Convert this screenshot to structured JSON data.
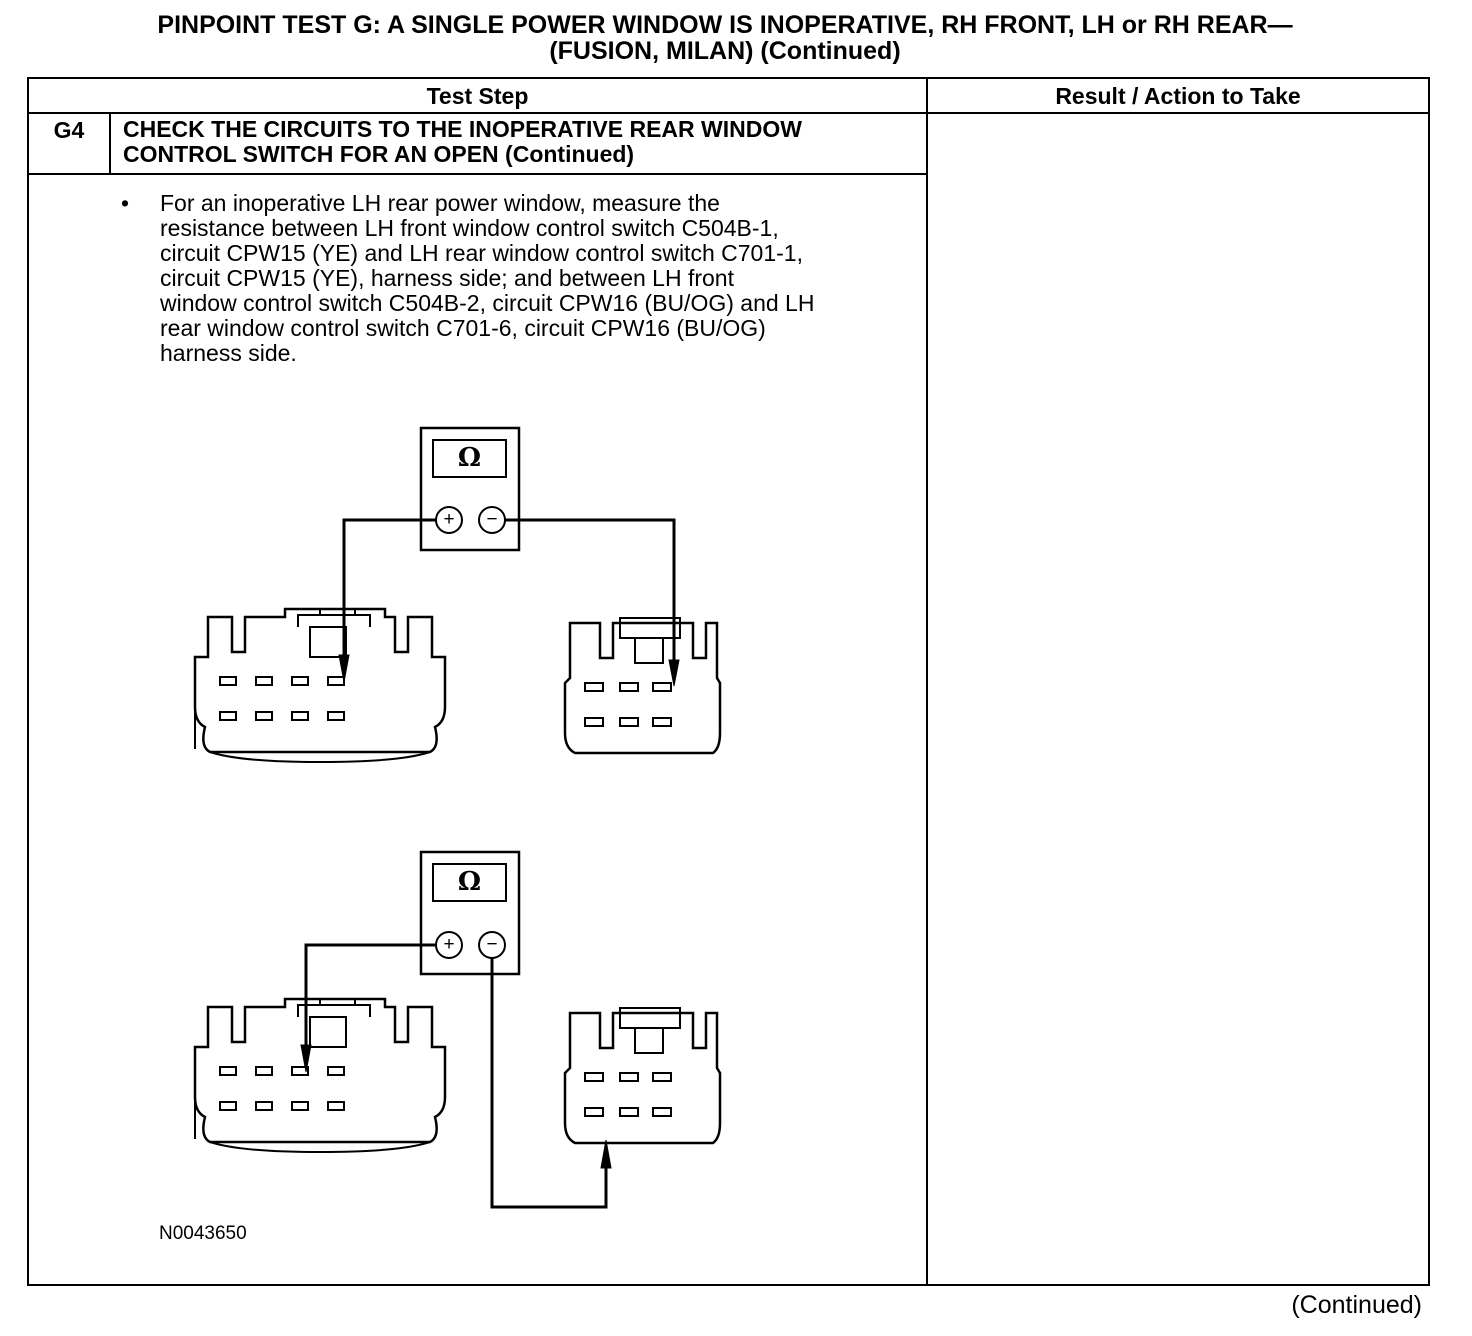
{
  "title": {
    "line1": "PINPOINT TEST  G: A SINGLE POWER WINDOW IS INOPERATIVE, RH FRONT, LH or RH REAR—",
    "line2": "(FUSION, MILAN) (Continued)"
  },
  "table": {
    "header_test_step": "Test Step",
    "header_result": "Result / Action to Take",
    "step_number": "G4",
    "step_title_line1": "CHECK THE CIRCUITS TO THE INOPERATIVE REAR WINDOW",
    "step_title_line2": "CONTROL SWITCH FOR AN OPEN (Continued)",
    "bullet_symbol": "•",
    "instruction_lines": [
      "For an inoperative LH rear power window, measure the",
      "resistance between LH front window control switch C504B-1,",
      "circuit CPW15 (YE) and LH rear window control switch C701-1,",
      "circuit  CPW15 (YE), harness side; and between LH front",
      "window control switch C504B-2, circuit CPW16 (BU/OG) and LH",
      "rear window control switch C701-6, circuit CPW16 (BU/OG)",
      "harness side."
    ],
    "meter_symbol": "Ω",
    "plus_symbol": "+",
    "minus_symbol": "−",
    "figure_id": "N0043650"
  },
  "footer": {
    "continued": "(Continued)"
  }
}
